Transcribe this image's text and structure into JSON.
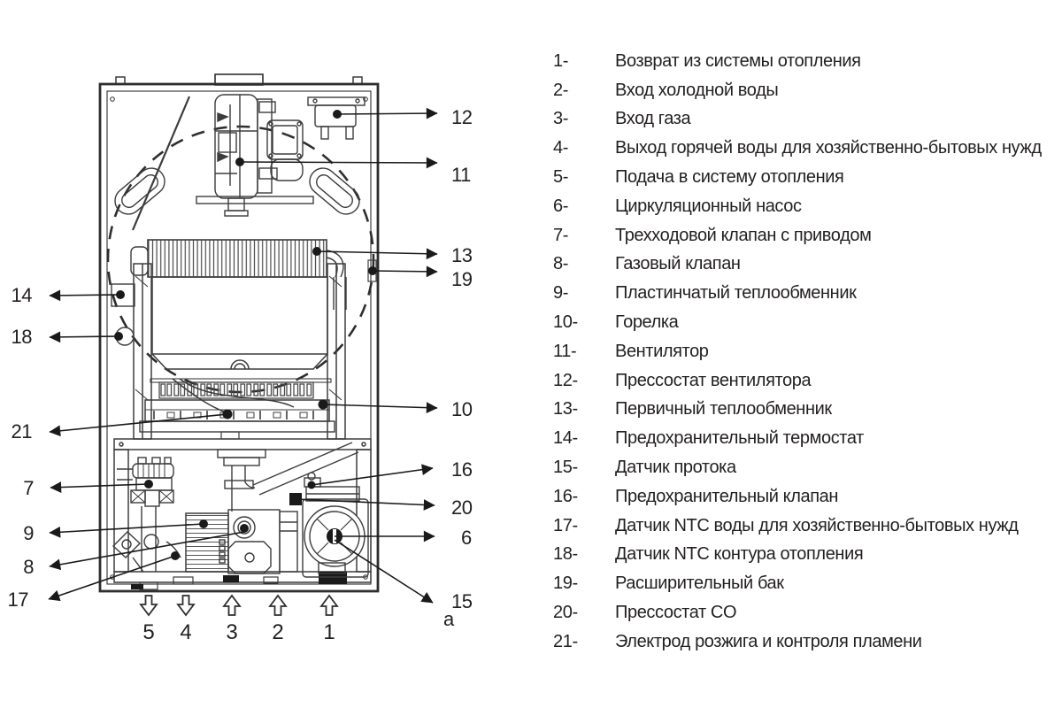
{
  "legend": {
    "items": [
      {
        "num": "1-",
        "text": "Возврат из системы отопления"
      },
      {
        "num": "2-",
        "text": "Вход холодной воды"
      },
      {
        "num": "3-",
        "text": "Вход газа"
      },
      {
        "num": "4-",
        "text": "Выход горячей воды для хозяйственно-бытовых нужд"
      },
      {
        "num": "5-",
        "text": "Подача в систему отопления"
      },
      {
        "num": "6-",
        "text": "Циркуляционный насос"
      },
      {
        "num": "7-",
        "text": "Трехходовой клапан с приводом"
      },
      {
        "num": "8-",
        "text": "Газовый клапан"
      },
      {
        "num": "9-",
        "text": "Пластинчатый теплообменник"
      },
      {
        "num": "10-",
        "text": "Горелка"
      },
      {
        "num": "11-",
        "text": "Вентилятор"
      },
      {
        "num": "12-",
        "text": "Прессостат вентилятора"
      },
      {
        "num": "13-",
        "text": "Первичный теплообменник"
      },
      {
        "num": "14-",
        "text": "Предохранительный термостат"
      },
      {
        "num": "15-",
        "text": "Датчик протока"
      },
      {
        "num": "16-",
        "text": "Предохранительный клапан"
      },
      {
        "num": "17-",
        "text": "Датчик NTC воды для хозяйственно-бытовых нужд"
      },
      {
        "num": "18-",
        "text": "Датчик NTC контура отопления"
      },
      {
        "num": "19-",
        "text": "Расширительный бак"
      },
      {
        "num": "20-",
        "text": "Прессостат CO"
      },
      {
        "num": "21-",
        "text": "Электрод розжига и контроля пламени"
      }
    ]
  },
  "diagram": {
    "callouts": {
      "c6": "6",
      "c7": "7",
      "c8": "8",
      "c9": "9",
      "c10": "10",
      "c11": "11",
      "c12": "12",
      "c13": "13",
      "c14": "14",
      "c15": "15",
      "c16": "16",
      "c17": "17",
      "c18": "18",
      "c19": "19",
      "c20": "20",
      "c21": "21",
      "ca": "a"
    },
    "bottom_connections": [
      {
        "num": "5",
        "dir": "down"
      },
      {
        "num": "4",
        "dir": "down"
      },
      {
        "num": "3",
        "dir": "up"
      },
      {
        "num": "2",
        "dir": "up"
      },
      {
        "num": "1",
        "dir": "up"
      }
    ]
  },
  "colors": {
    "line": "#3d3d3d",
    "callout": "#1a1a1a",
    "text": "#231f20",
    "background": "#ffffff"
  }
}
